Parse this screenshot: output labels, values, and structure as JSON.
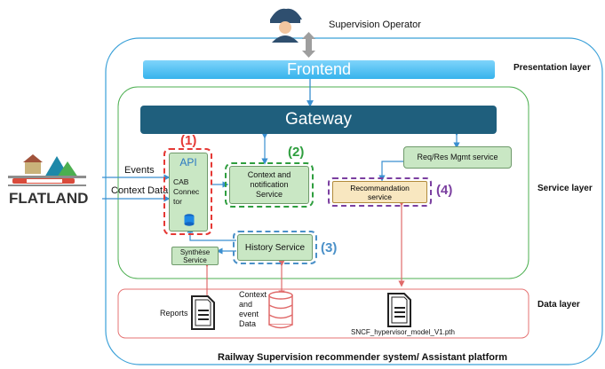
{
  "operator": {
    "label": "Supervision Operator"
  },
  "layers": {
    "presentation": "Presentation layer",
    "service": "Service layer",
    "data": "Data layer"
  },
  "frontend": {
    "label": "Frontend"
  },
  "gateway": {
    "label": "Gateway"
  },
  "flatland": {
    "logo_text": "FLATLAND"
  },
  "inputs": {
    "events": "Events",
    "context": "Context Data"
  },
  "api": {
    "title": "API",
    "connector": "CAB\nConnec\ntor"
  },
  "services": {
    "context_notification": "Context and\nnotification\nService",
    "reqres": "Req/Res Mgmt service",
    "recommendation": "Recommandation\nservice",
    "history": "History Service",
    "synthese": "Synthèse\nService"
  },
  "markers": {
    "one": "(1)",
    "two": "(2)",
    "three": "(3)",
    "four": "(4)"
  },
  "data_layer": {
    "reports": "Reports",
    "context_event": "Context\nand\nevent\nData",
    "model": "SNCF_hypervisor_model_V1.pth"
  },
  "platform": {
    "title": "Railway Supervision recommender system/ Assistant platform"
  },
  "colors": {
    "outer_border": "#3aa0d8",
    "service_border": "#4caf50",
    "data_border": "#e57373",
    "frontend": "#4fc3f7",
    "gateway": "#1f5f7d",
    "service_fill": "#c9e7c4",
    "recommendation_fill": "#f8e7c0",
    "marker_red": "#e53935",
    "marker_green": "#2e9e3e",
    "marker_blue": "#4a90c8",
    "marker_purple": "#7b3fa0"
  }
}
